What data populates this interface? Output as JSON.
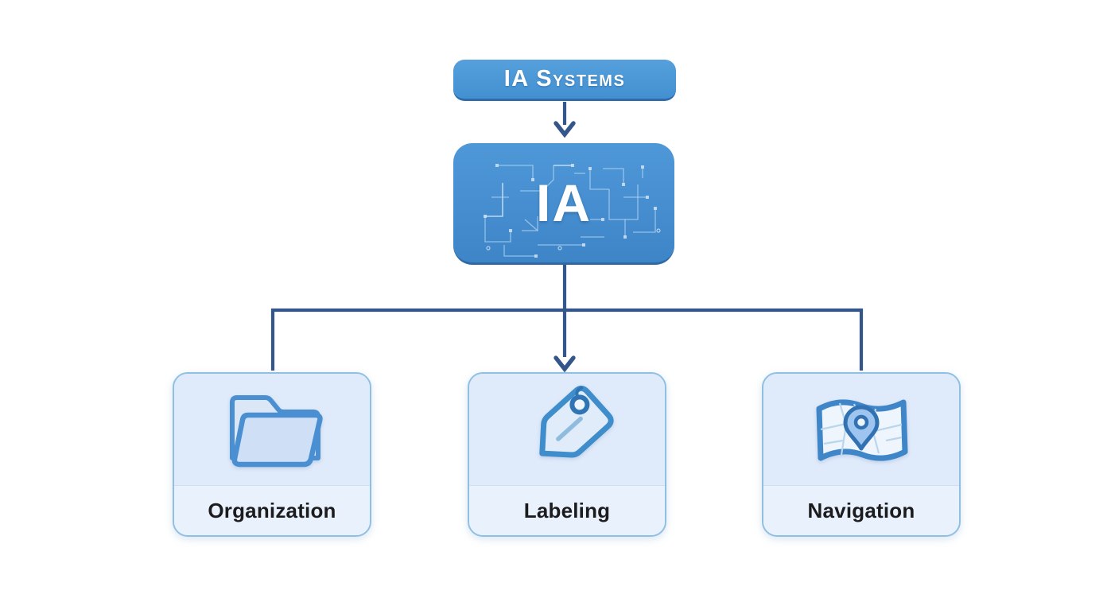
{
  "diagram": {
    "root": {
      "label": "IA Systems"
    },
    "center": {
      "label": "IA",
      "icon": "circuit-pattern"
    },
    "children": [
      {
        "label": "Organization",
        "icon": "folder-icon"
      },
      {
        "label": "Labeling",
        "icon": "tag-icon"
      },
      {
        "label": "Navigation",
        "icon": "map-icon"
      }
    ],
    "colors": {
      "node_fill": "#4a95d6",
      "node_fill_deep": "#3e86c9",
      "node_edge": "#2f6cab",
      "connector": "#35568a",
      "child_fill": "#dfeafa",
      "child_label_fill": "#e9f1fc",
      "child_border": "#8fc0e2",
      "child_divider": "#cfdfef",
      "label_text": "#1c1c1e",
      "icon_stroke": "#4a8fd2"
    }
  }
}
